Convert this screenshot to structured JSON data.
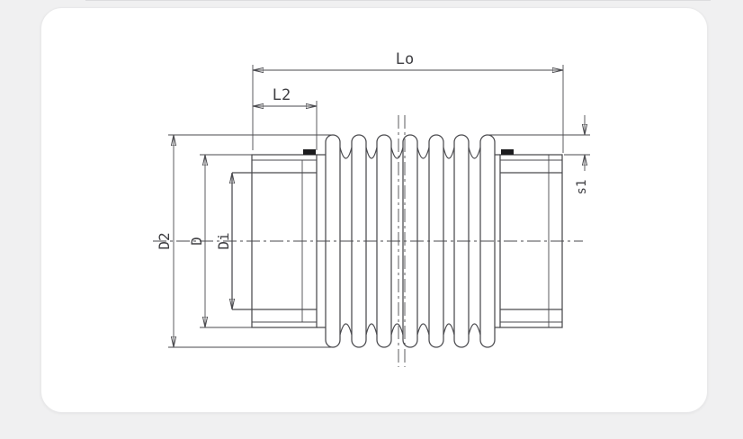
{
  "surface": {
    "background": "#f0f0f1",
    "card_background": "#ffffff",
    "line_color": "#4a4a4e"
  },
  "drawing": {
    "labels": {
      "overall_length": "Lo",
      "end_collar_length": "L2",
      "bellows_outer_diameter": "D2",
      "collar_outer_diameter": "D",
      "inner_diameter": "Di",
      "wall_thickness": "s1"
    }
  }
}
